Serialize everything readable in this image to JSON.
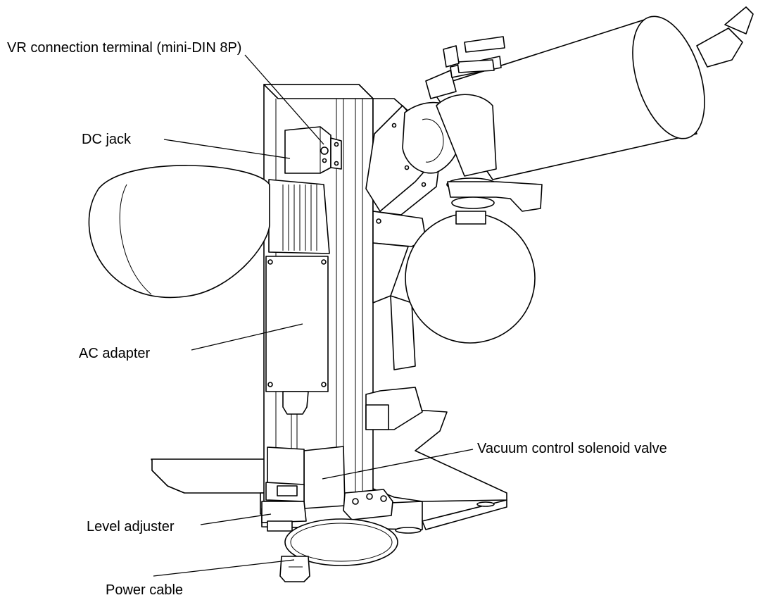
{
  "labels": {
    "vr_terminal": "VR connection terminal (mini-DIN 8P)",
    "dc_jack": "DC jack",
    "ac_adapter": "AC adapter",
    "solenoid_valve": "Vacuum control solenoid valve",
    "level_adjuster": "Level adjuster",
    "power_cable": "Power cable"
  }
}
